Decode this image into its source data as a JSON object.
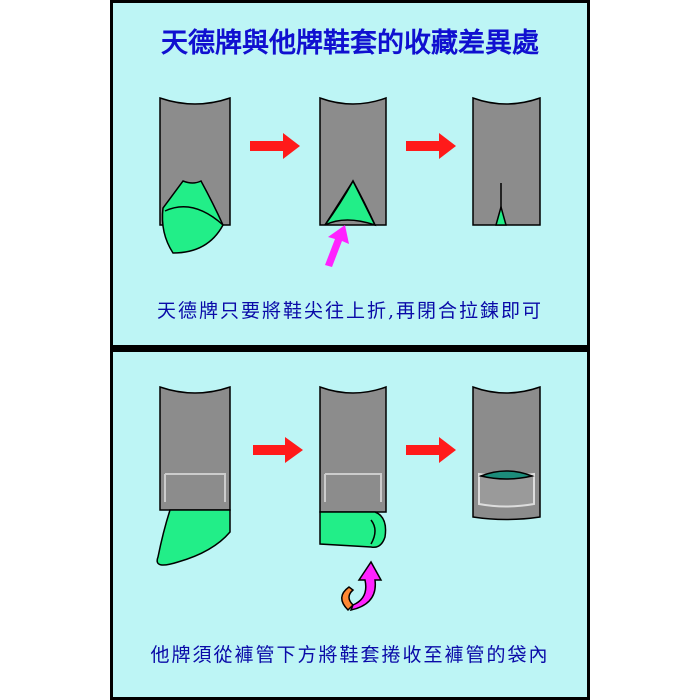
{
  "title": "天德牌與他牌鞋套的收藏差異處",
  "top_panel": {
    "caption": "天德牌只要將鞋尖往上折,再閉合拉鍊即可"
  },
  "bottom_panel": {
    "caption": "他牌須從褲管下方將鞋套捲收至褲管的袋內"
  },
  "colors": {
    "background": "#bdf5f5",
    "tube": "#8c8c8c",
    "cover": "#22ee88",
    "arrow": "#ff1a1a",
    "fold_arrow": "#ff22ff",
    "title": "#1010d0"
  }
}
